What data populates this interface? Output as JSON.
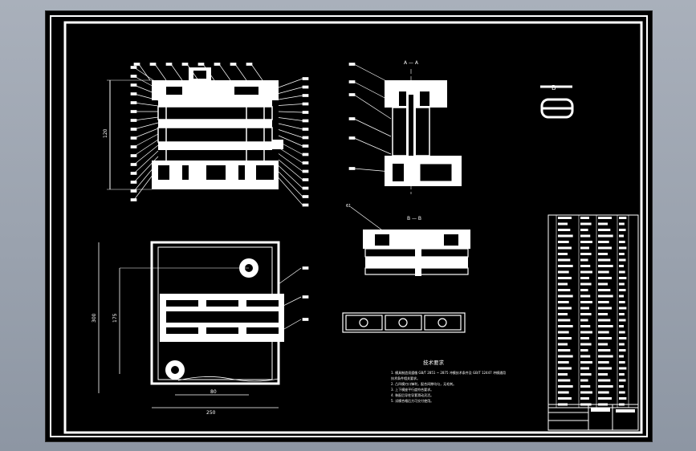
{
  "drawing": {
    "section_a": "A — A",
    "section_b": "B — B",
    "tech_title": "技术要求",
    "tech_notes": [
      "1. 模具制造须遵循 GB/T 2851 ~ 2875 冲模技术条件及 GB/T 12447 冲模通用",
      "   技术条件相关要求。",
      "2. 凸凹模刃口锋利，配合间隙均匀，无毛刺。",
      "3. 上下模座平行度符合要求。",
      "4. 装配后导柱导套滑动灵活。",
      "5. 试模合格后方可交付使用。"
    ],
    "dim_front_height": "120",
    "dim_plan_height": "300",
    "dim_plan_inner": "175",
    "dim_plan_width": "250",
    "dim_plan_offset": "80",
    "view_label": "B",
    "bom_rows": 32
  }
}
